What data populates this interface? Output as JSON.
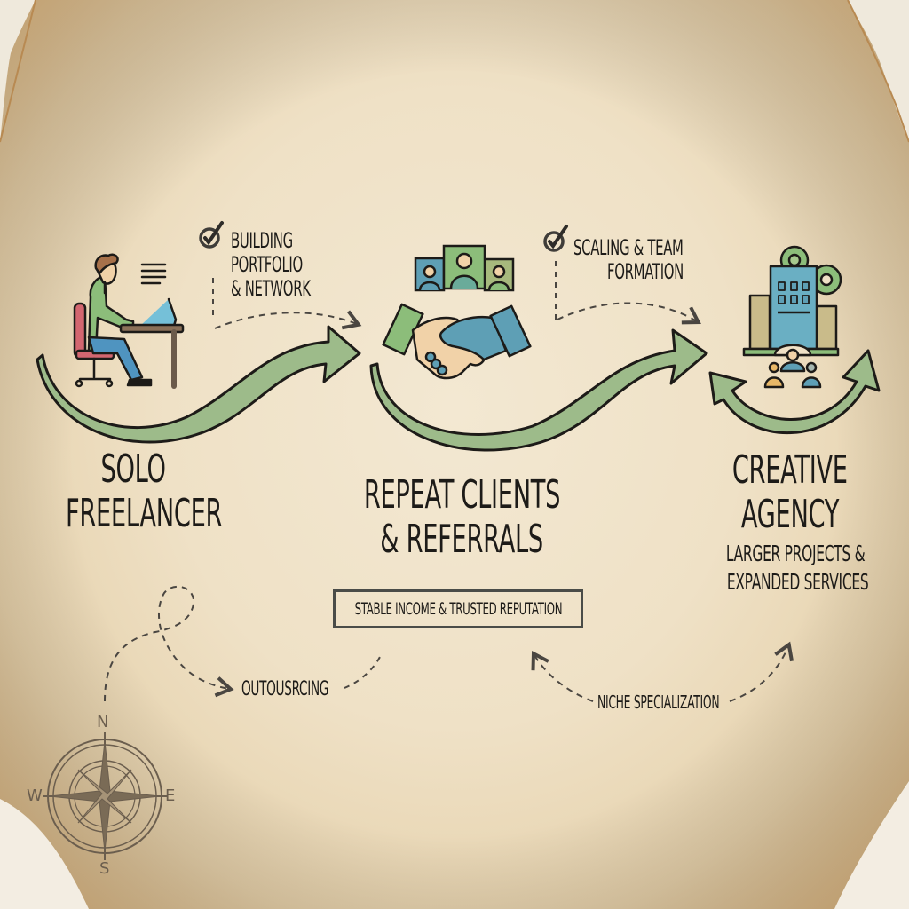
{
  "diagram": {
    "type": "process-flow",
    "theme": "vintage parchment map",
    "colors": {
      "paper": "#efe1c6",
      "paper_edge": "#d5b585",
      "ink": "#1d1b18",
      "arrow_green": "#9dbb8a",
      "dashed_line": "#4a4641",
      "blue": "#5e9fb5",
      "tan": "#c9bb8a",
      "skin": "#f1d2a8",
      "chair_red": "#d36670"
    },
    "stages": [
      {
        "id": "solo",
        "title_line1": "Solo",
        "title_line2": "Freelancer",
        "icon": "person-at-laptop-icon"
      },
      {
        "id": "repeat",
        "title_line1": "Repeat Clients",
        "title_line2": "& Referrals",
        "icon": "handshake-icon",
        "badge": "Stable Income & Trusted Reputation"
      },
      {
        "id": "agency",
        "title_line1": "Creative",
        "title_line2": "Agency",
        "subtitle_line1": "Larger Projects &",
        "subtitle_line2": "Expanded Services",
        "icon": "agency-building-icon"
      }
    ],
    "milestones": [
      {
        "line1": "Building",
        "line2": "Portfolio",
        "line3": "& Network",
        "icon": "check-circle-icon"
      },
      {
        "line1": "Scaling & Team",
        "line2": "Formation",
        "icon": "check-circle-icon"
      }
    ],
    "side_paths": [
      {
        "label": "Outousrcing"
      },
      {
        "label": "Niche Specialization"
      }
    ],
    "compass": {
      "n": "N",
      "e": "E",
      "s": "S",
      "w": "W"
    }
  }
}
